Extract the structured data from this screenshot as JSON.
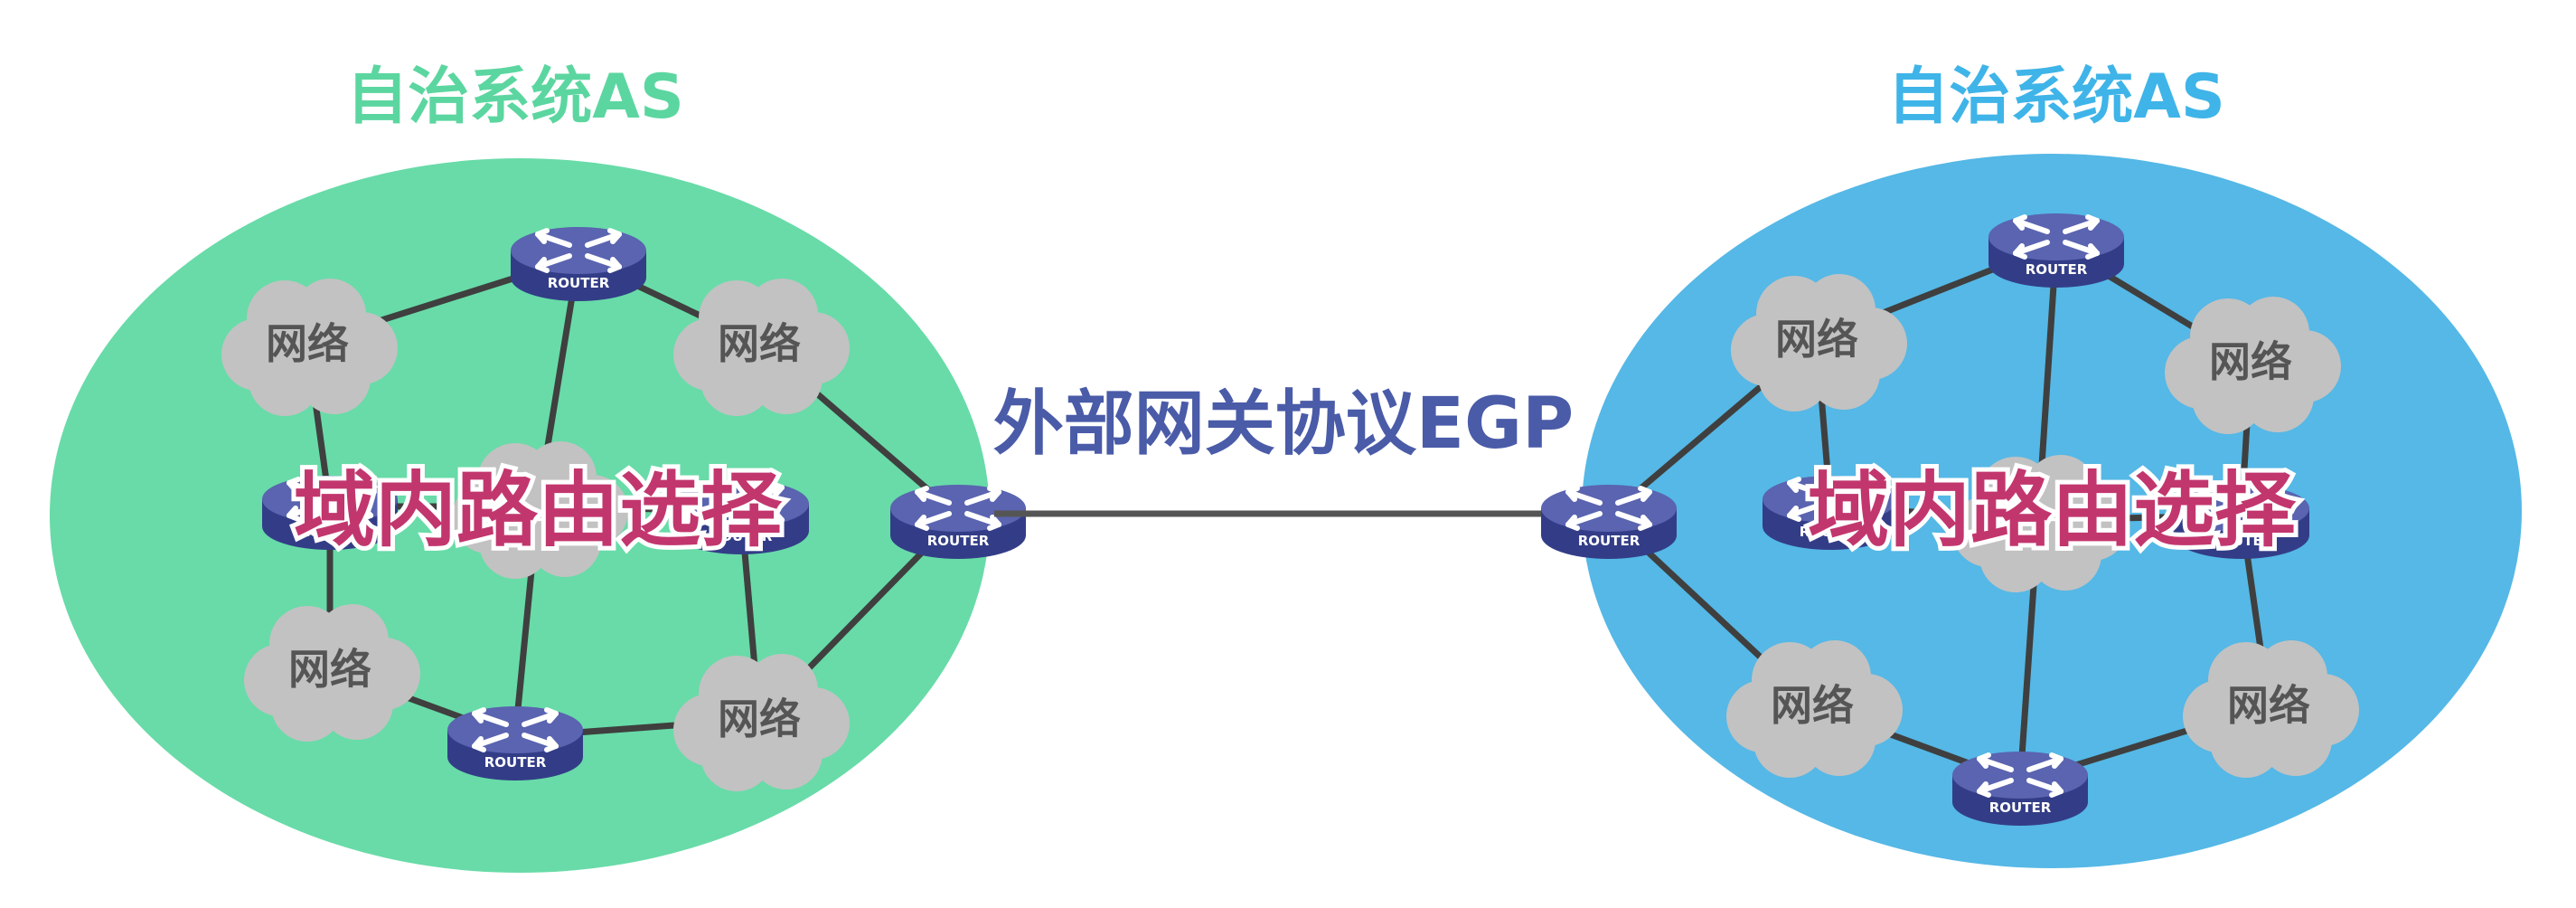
{
  "left_as": {
    "title": "自治系统AS",
    "title_color": "#5cd6a0",
    "fill_color": "#68dba8",
    "intra_label": "域内路由选择"
  },
  "right_as": {
    "title": "自治系统AS",
    "title_color": "#3fb4e8",
    "fill_color": "#55b8e6",
    "intra_label": "域内路由选择"
  },
  "egp_label": "外部网关协议EGP",
  "network_label": "网络",
  "router_label": "ROUTER",
  "colors": {
    "router_top": "#5a64b0",
    "router_side": "#333d87",
    "cloud": "#c2c2c2",
    "link": "#3f3f3f",
    "intra_label": "#c2366e",
    "egp_label": "#4a5ba8"
  }
}
